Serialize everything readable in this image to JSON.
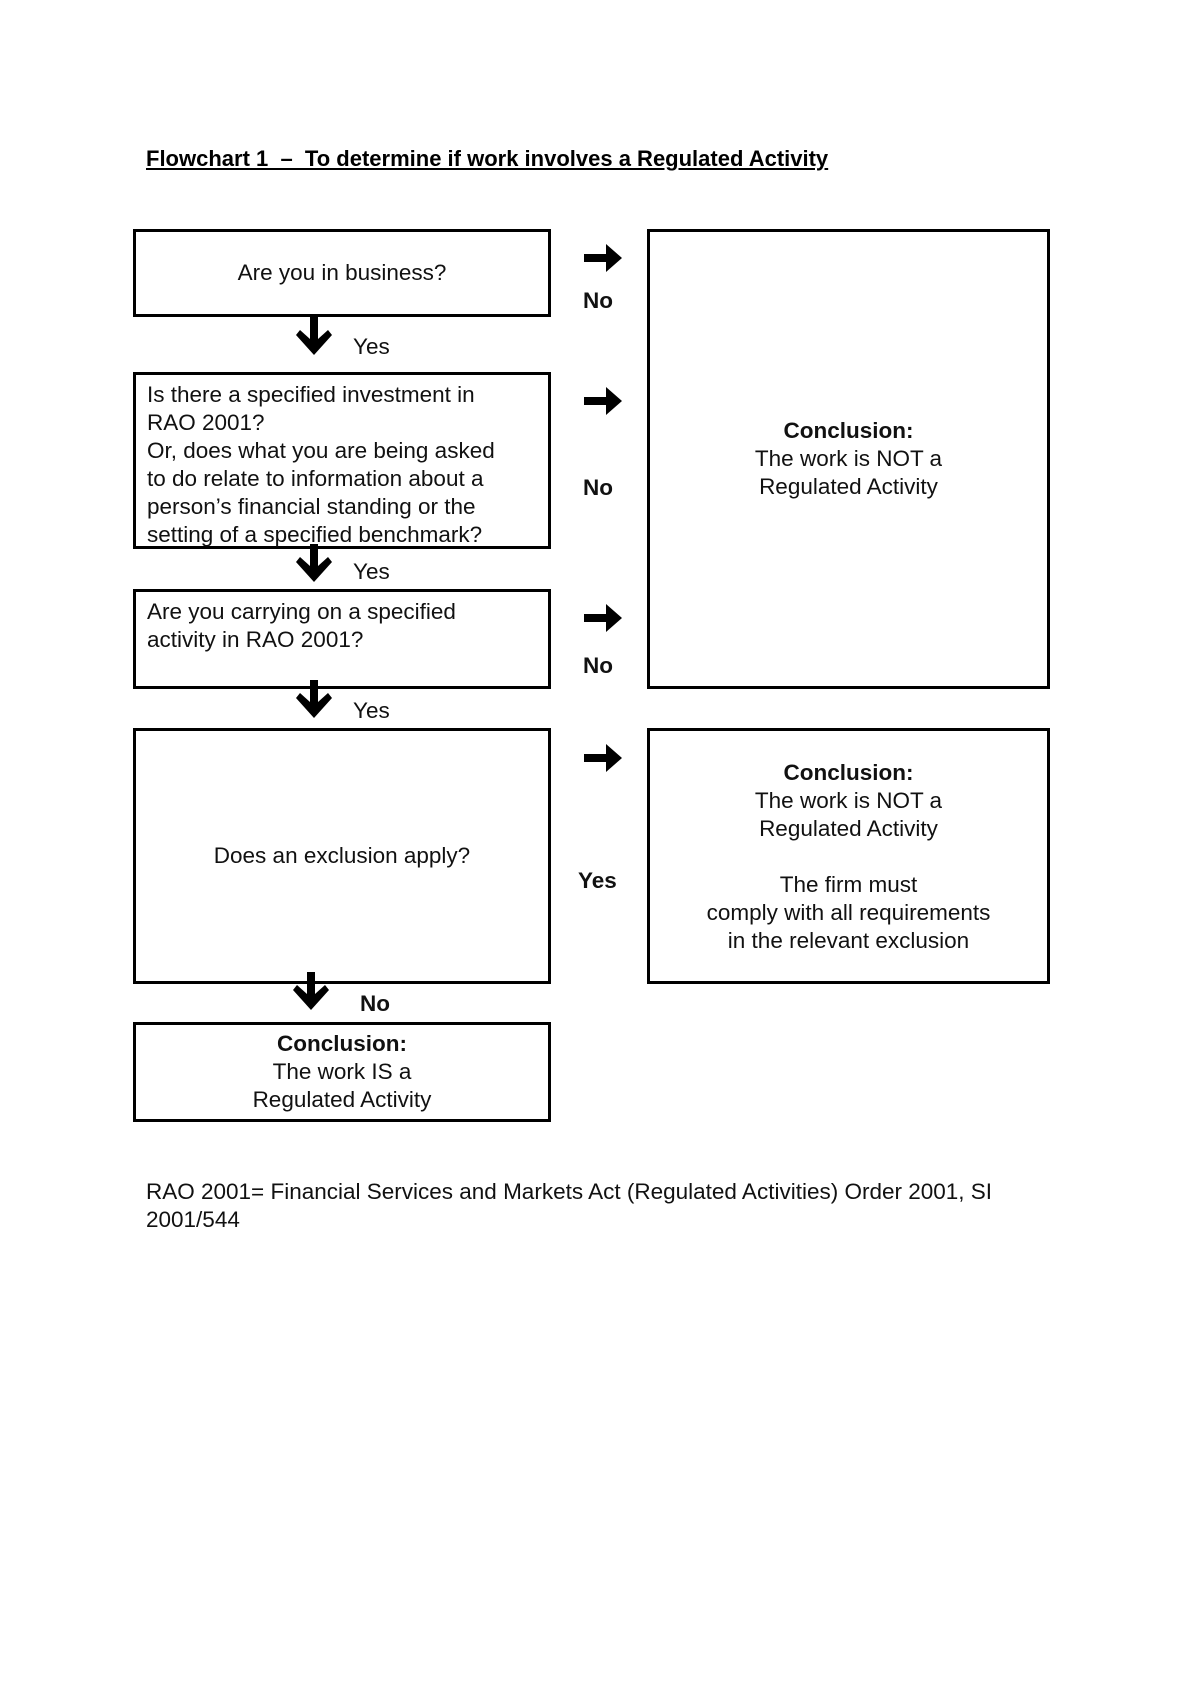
{
  "title": "Flowchart 1  –  To determine if work involves a Regulated Activity",
  "boxes": {
    "q1": "Are you in business?",
    "q2": [
      "Is there a specified investment in",
      "RAO 2001?",
      "Or, does what you are being asked",
      "to do relate to information about a",
      "person’s financial standing or the",
      "setting of a specified benchmark?"
    ],
    "q3": [
      "Are you carrying on a specified",
      "activity in RAO 2001?"
    ],
    "q4": "Does an exclusion apply?",
    "conclusion_not": {
      "heading": "Conclusion:",
      "lines": [
        "The work is NOT a",
        "Regulated Activity"
      ]
    },
    "conclusion_exclusion": {
      "heading": "Conclusion:",
      "lines": [
        "The work is NOT a",
        "Regulated Activity"
      ],
      "extra_lines": [
        "The firm must",
        "comply with all requirements",
        "in the relevant exclusion"
      ]
    },
    "conclusion_is": {
      "heading": "Conclusion:",
      "lines": [
        "The work IS a",
        "Regulated Activity"
      ]
    }
  },
  "labels": {
    "yes": "Yes",
    "no": "No"
  },
  "arrow_icons": {
    "right": "arrow-right-icon",
    "down": "arrow-down-icon"
  },
  "footnote": "RAO 2001= Financial Services and Markets Act (Regulated Activities) Order 2001, SI 2001/544"
}
